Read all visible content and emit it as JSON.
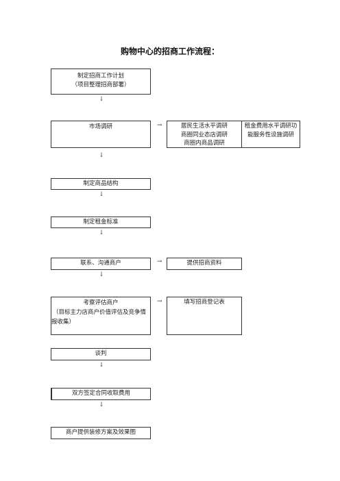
{
  "title": "购物中心的招商工作流程：",
  "steps": {
    "plan": {
      "line1": "制定招商工作计划",
      "line2": "（项目整理招商部署）"
    },
    "research": {
      "label": "市场调研"
    },
    "research_detail": {
      "line1": "居民生活水平调研",
      "line2": "商圈同业态店调研",
      "line3": "商圈内商品调研"
    },
    "research_extra": {
      "line1": "租金费用水平调研功",
      "line2": "能服务性设施调研"
    },
    "structure": {
      "label": "制定商品结构"
    },
    "rent": {
      "label": "制定租金标准"
    },
    "contact": {
      "label": "联系、沟通商户"
    },
    "contact_side": {
      "label": "提供招商资料"
    },
    "evaluate": {
      "line1": "考察评估商户",
      "line2": "（目标主力店商户价值评估及竞争情",
      "line3": "报收集）"
    },
    "evaluate_side": {
      "label": "填写招商登记表"
    },
    "negotiate": {
      "label": "谈判"
    },
    "sign": {
      "label": "双方签定合同收取费用"
    },
    "decor": {
      "label": "商户提供装修方案及效果图"
    }
  },
  "arrows": {
    "down": "↓",
    "right": "→"
  }
}
